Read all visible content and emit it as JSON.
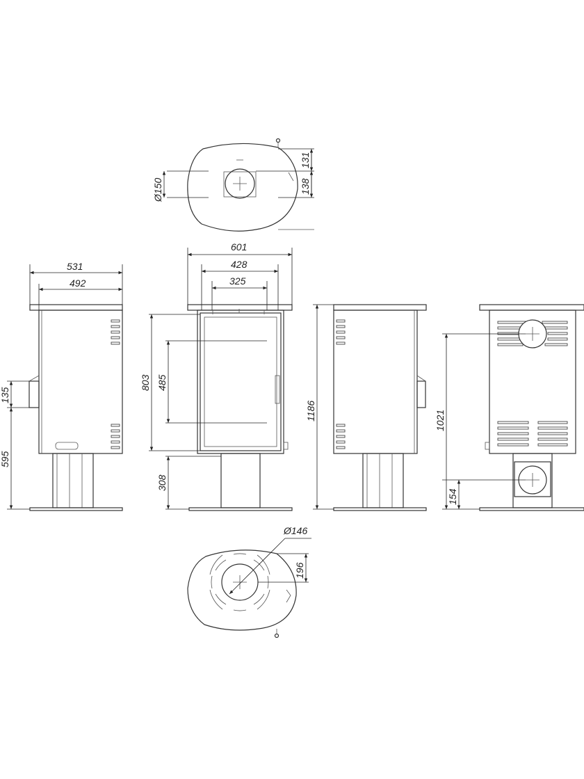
{
  "top_view": {
    "flue_diameter": "Ø150",
    "dim_depth_rear": "131",
    "dim_depth_center": "138"
  },
  "side_view": {
    "dim_outer_width": "531",
    "dim_body_width": "492",
    "dim_handle_height": "135",
    "dim_handle_elevation": "595"
  },
  "front_view": {
    "dim_top_width": "601",
    "dim_door_width": "428",
    "dim_glass_width": "325",
    "dim_door_height": "803",
    "dim_glass_height": "485",
    "dim_pedestal_height": "308"
  },
  "side_view_right": {
    "dim_total_height": "1186"
  },
  "rear_view": {
    "dim_flue_height": "1021",
    "dim_air_inlet_height": "154"
  },
  "bottom_view": {
    "air_inlet_diameter": "Ø146",
    "dim_inlet_offset": "196"
  }
}
